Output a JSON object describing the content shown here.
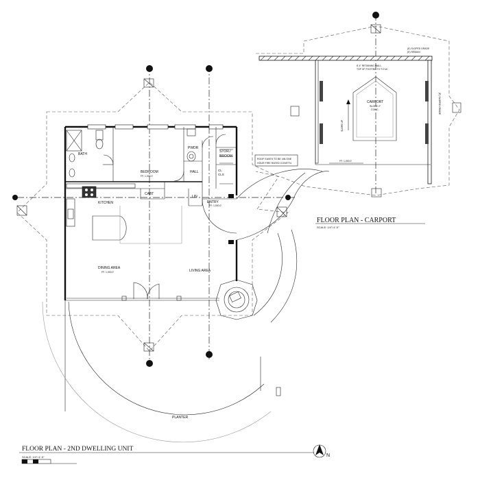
{
  "titles": {
    "main": "FLOOR PLAN - 2ND DWELLING UNIT",
    "main_scale": "SCALE: 1/4\"=1'-0\"",
    "carport": "FLOOR PLAN - CARPORT",
    "carport_scale": "SCALE: 1/4\"=1'-0\""
  },
  "rooms": {
    "bath": "BATH",
    "bedroom": "BEDROOM",
    "bedroom_ff": "FF: 1,000.0'",
    "pwdr": "PWDR",
    "stor": "STOR./",
    "broom": "BROOM",
    "hall": "HALL",
    "cl1": "CL",
    "cl2": "CLS",
    "cabt": "CABT",
    "lin": "LIN",
    "entry": "ENTRY",
    "entry_ff": "FF: 1,000.0'",
    "kitchen": "KITCHEN",
    "dining": "DINING AREA",
    "dining_ff": "FF: 1,000.0'",
    "living": "LIVING AREA",
    "planter": "PLANTER"
  },
  "carport": {
    "label": "CARPORT",
    "slope": "SLOPE 2\"",
    "conc": "CONC.",
    "slope_up": "SLOPE UP",
    "ff": "FF: 1,000.0'",
    "retaining_1": "8'-4\" RETAINING WALL,",
    "retaining_2": "TOP OF FOOTING TO T.O.W.",
    "sloped_grade_1": "(E) SLOPED GRADE",
    "sloped_grade_2": "(E) REMAIN",
    "sloped_grade_side": "(E) SLOPED GRADE"
  },
  "notes": {
    "roof_1": "ROOF EAVES TO BE 4IN.ONE",
    "roof_2": "HOUR FIRE RATED CONST'N."
  },
  "icons": [
    "north-arrow-icon",
    "section-marker-icon",
    "scale-bar-icon"
  ]
}
